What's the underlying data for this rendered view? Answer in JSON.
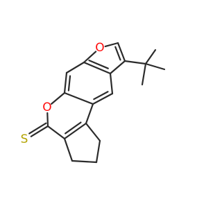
{
  "molecule": {
    "atoms": {
      "o_furan": {
        "symbol": "O",
        "color": "#ff0d0d"
      },
      "o_pyran": {
        "symbol": "O",
        "color": "#ff0d0d"
      },
      "s_thione": {
        "symbol": "S",
        "color": "#b3a300"
      }
    },
    "bond_color": "#2b2b2b",
    "background": "#ffffff"
  }
}
